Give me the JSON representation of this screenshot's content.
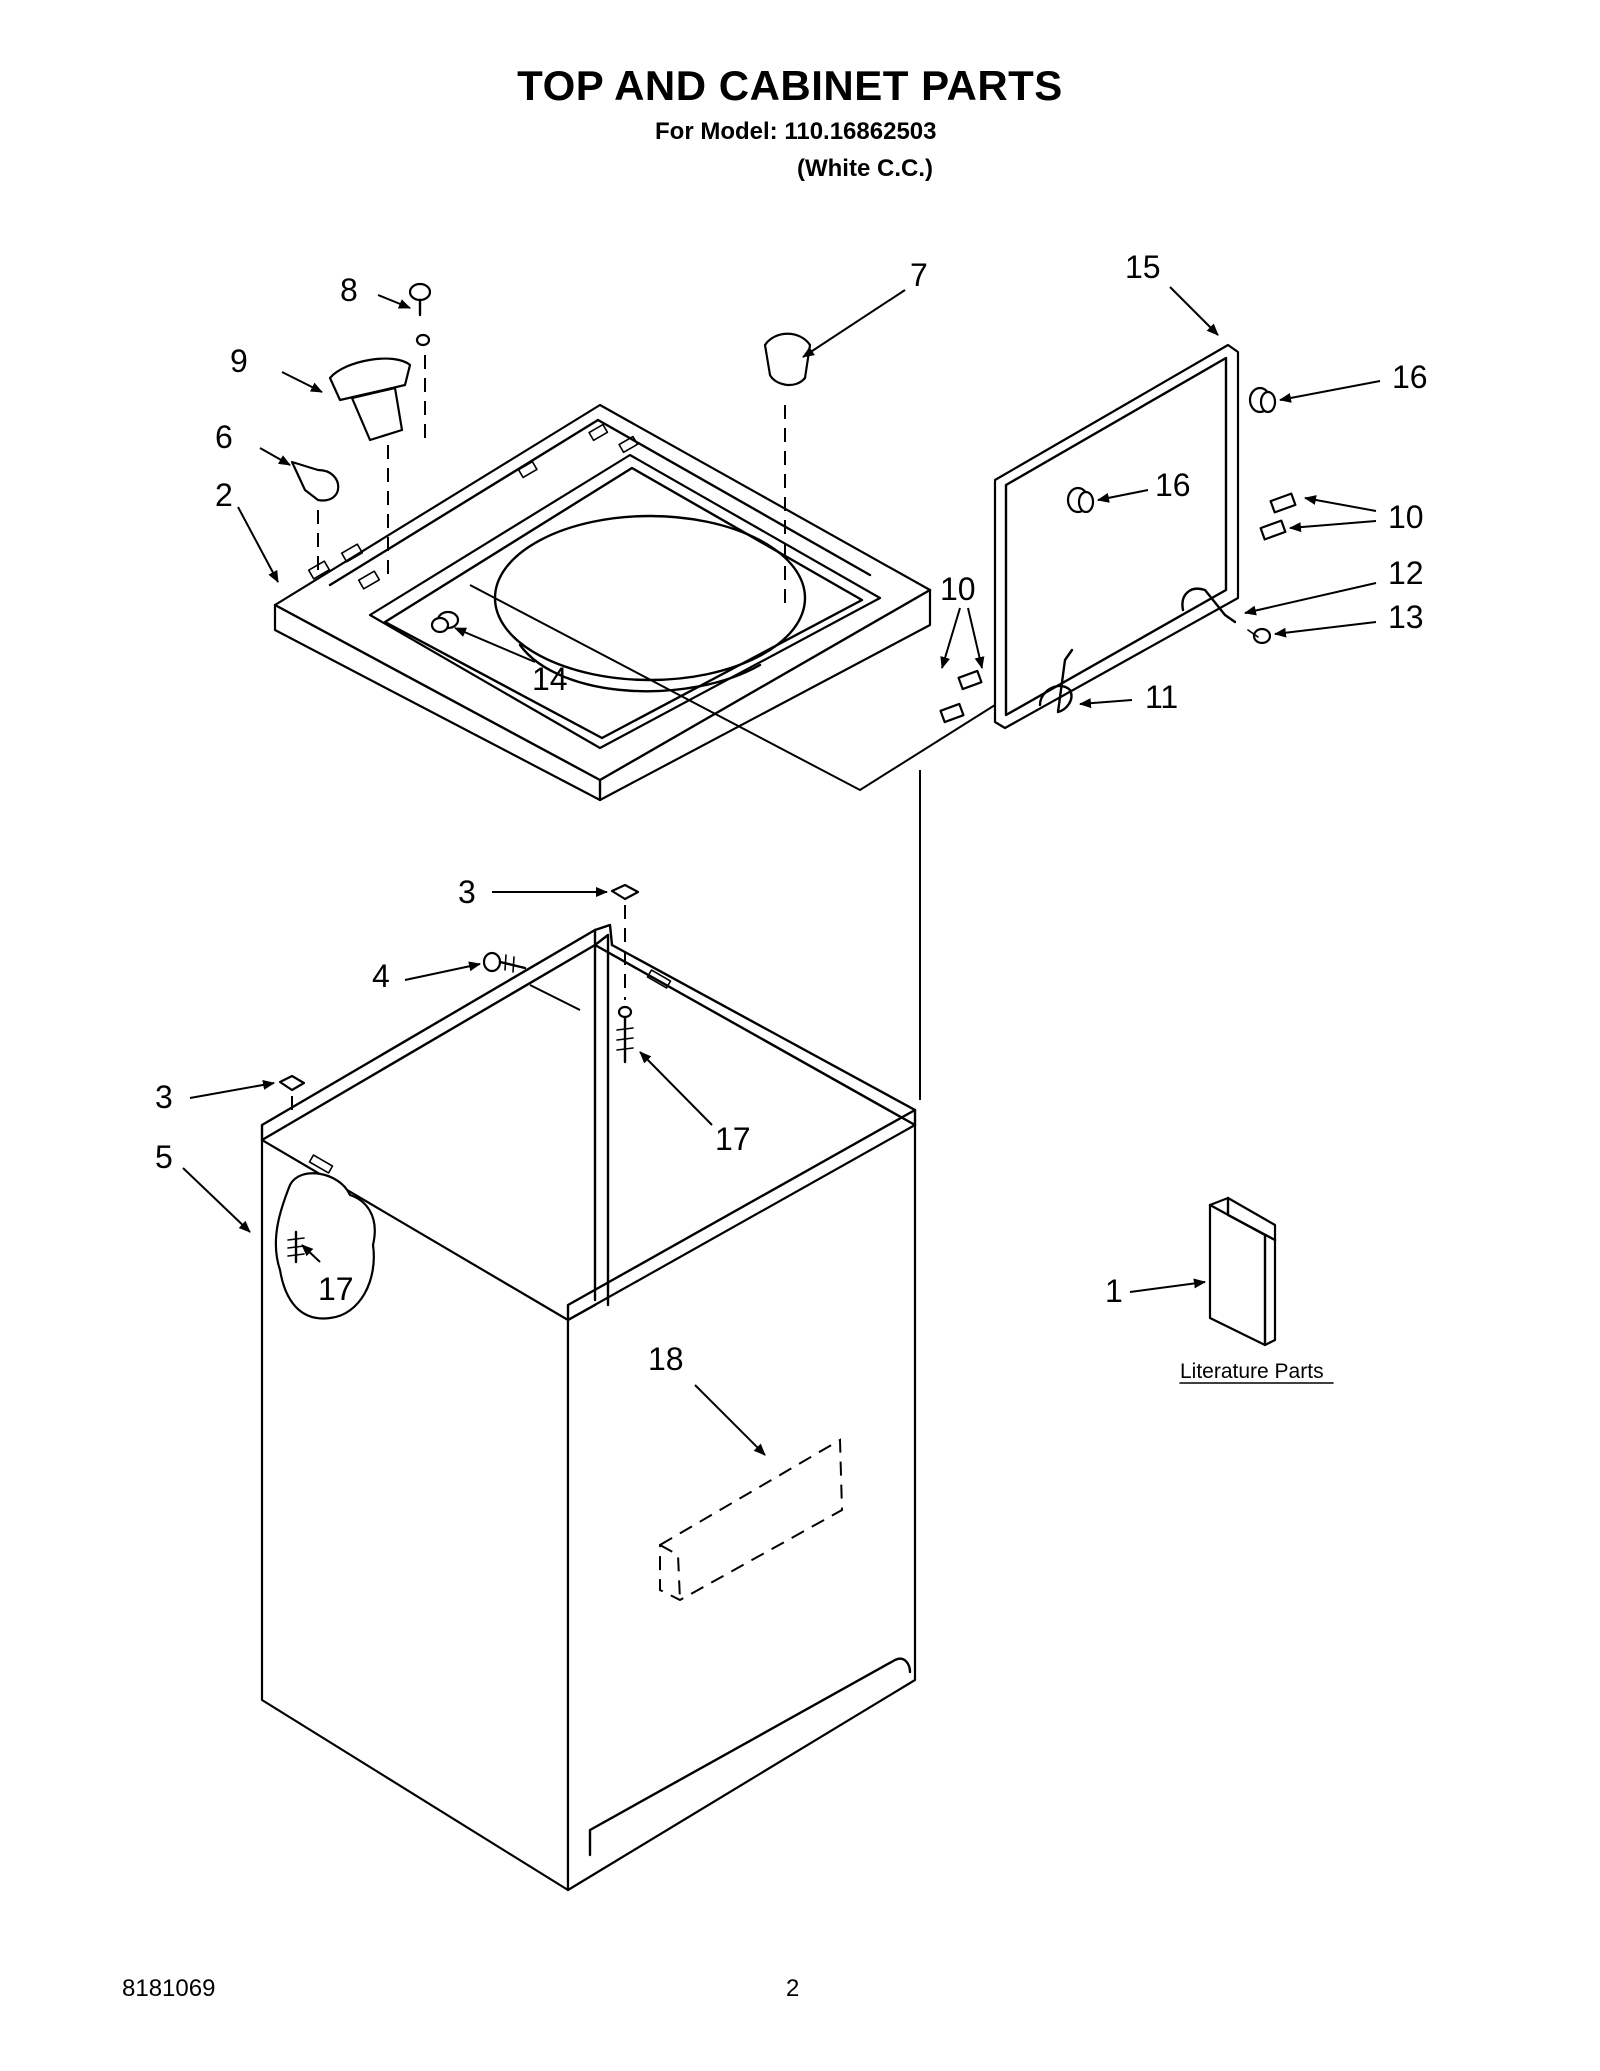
{
  "header": {
    "title": "TOP AND CABINET PARTS",
    "model_line": "For Model: 110.16862503",
    "variant_line": "(White C.C.)"
  },
  "callouts": {
    "c1": "1",
    "c2": "2",
    "c3a": "3",
    "c3b": "3",
    "c4": "4",
    "c5": "5",
    "c6": "6",
    "c7": "7",
    "c8": "8",
    "c9": "9",
    "c10a": "10",
    "c10b": "10",
    "c11": "11",
    "c12": "12",
    "c13": "13",
    "c14": "14",
    "c15": "15",
    "c16a": "16",
    "c16b": "16",
    "c17a": "17",
    "c17b": "17",
    "c18": "18"
  },
  "literature_label": "Literature Parts",
  "footer": {
    "doc_number": "8181069",
    "page_number": "2"
  }
}
